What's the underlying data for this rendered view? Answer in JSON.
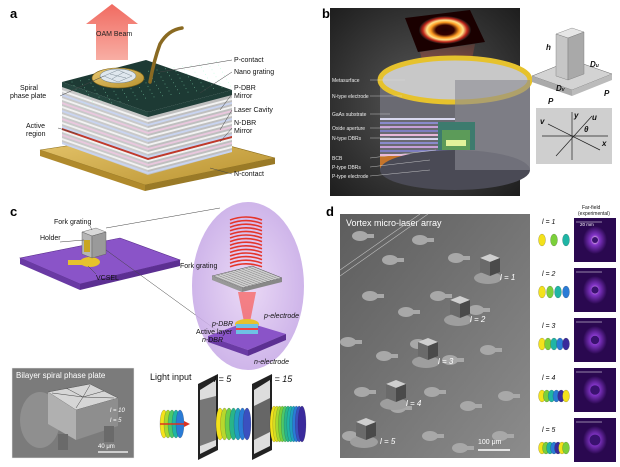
{
  "figure": {
    "panel_labels": [
      "a",
      "b",
      "c",
      "d"
    ],
    "panel_a": {
      "beam": "OAM Beam",
      "labels_left": [
        "Spiral",
        "phase plate",
        "Active",
        "region"
      ],
      "labels_right": [
        "P-contact",
        "Nano grating",
        "P-DBR",
        "Mirror",
        "Laser Cavity",
        "N-DBR",
        "Mirror",
        "N-contact"
      ]
    },
    "panel_b": {
      "layers": [
        "Metasurface",
        "N-type electrode",
        "GaAs substrate",
        "Oxide aperture",
        "N-type DBRs",
        "BCB",
        "P-type DBRs",
        "P-type electrode"
      ],
      "pillar": {
        "h": "h",
        "Dv": "D",
        "Dv_sub": "v",
        "Du": "D",
        "Du_sub": "u",
        "P1": "P",
        "P2": "P"
      },
      "axes": {
        "v": "v",
        "y": "y",
        "u": "u",
        "theta": "θ",
        "x": "x"
      }
    },
    "panel_c": {
      "labels": [
        "Fork grating",
        "Holder",
        "VCSEL",
        "Fork grating",
        "p-electrode",
        "p-DBR",
        "Active layer",
        "n-DBR",
        "n-electrode"
      ],
      "sem_title": "Bilayer spiral phase plate",
      "sem_l10": "l = 10",
      "sem_l5": "l = 5",
      "scale": "40 μm",
      "light_input": "Light input",
      "l5": "l = 5",
      "l15": "l = 15"
    },
    "panel_d": {
      "title": "Vortex micro-laser array",
      "array_labels": [
        "l = 1",
        "l = 2",
        "l = 3",
        "l = 4",
        "l = 5"
      ],
      "scale": "100 μm",
      "col_labels": [
        "l = 1",
        "l = 2",
        "l = 3",
        "l = 4",
        "l = 5"
      ],
      "farfield_title_1": "Far-field",
      "farfield_title_2": "(experimental)",
      "farfield_scale": "20 mm"
    }
  }
}
